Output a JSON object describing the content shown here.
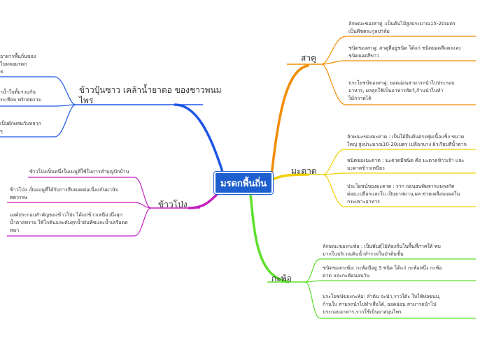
{
  "central": {
    "label": "มรดกพื้นถิ่น",
    "color": "#1e5fcf"
  },
  "branches": {
    "saku": {
      "label": "สาคู",
      "color": "#f28c00",
      "notes": [
        [
          "ลักษณะของสาคู :เป็นต้นไม้สูงประมาณ15-20เมตร",
          "เป็นพืชตระกูลปาล์ม"
        ],
        [
          "ชนิดของสาคู: สาคูที่อยู่ชนิด ได้แก่ ชนิดยอดสีแดงและ",
          "ชนิดยอดสีขาว"
        ],
        [
          "ประโยชน์ของสาคู: ยอดอ่อนสามารถนำไปประกอบ",
          "อาหาร,                    ผลสุกใช้เป็นอาหารสัตว์,ก้านนำไปทำ",
          "ไม้กวาดได้"
        ]
      ]
    },
    "madad": {
      "label": "มะดาด",
      "color": "#f0cf00",
      "notes": [
        [
          "ลักษณะของมะดาด : เป็นไม้ยืนต้นตรงพุ่มเนื้อแข็ง ขนาด",
          "ใหญ่ สูงประมาณ10-20เมตร เปลือกบาง ผิวเรียบสีน้ำตาล"
        ],
        [
          "ชนิดของมะดาด : มะดาดมีชนิด คือ มะดาดข้าวเจ้า และ",
          "มะดาดข้าวเหนียว"
        ],
        [
          "ประโยชน์ของมะดาด : ราก ถอนอนพิษจากแมลงกัด",
          "ต่อย,เปลือกและใบ เป็นยาสมาน,ผล ช่วยเคลือบแผลใน",
          "กระเพาะอาหาร"
        ]
      ]
    },
    "kapho": {
      "label": "กะพ้อ",
      "color": "#5ce02a",
      "notes": [
        [
          "ลักษณะของกะพ้อ : เป็นพันธุ์ไม้ท้องถิ่นในพื้นที่ภาคใต้ พบ",
          "มากในบริเวณดินน้ำสำรวจในป่าต้นชั้น"
        ],
        [
          "ชนิดของกะพ้อ: กะพ้อมีอยู่ 3 ชนิด ได้แก่ กะพ้อหนึ่ง กะพ้อ",
          "ดาด และกะพ้อนอนวัน"
        ],
        [
          "ประโยชน์ของกะพ้อ: ลำต้น จะนำ,ราวใต้ะ ใบใช้ห่อขนม,",
          "ก้านใบ สามรถนำไปทำเสื่อได้, ยอดอ่อน สามารถนำไป",
          "ประกอบอาหาร,รากใช้เป็นยาสมุนไพร"
        ]
      ]
    },
    "khaopun": {
      "label": [
        "ข้าวปุ้นซาว เคล้าน้ำยาดอ ของชาวพนม",
        "ไพร"
      ],
      "color": "#1d56e6",
      "notes": [
        [
          "อาหารพื้นถิ่นของ",
          "ในหลอมรดก",
          "ท"
        ],
        [
          "ำน้ำใบตั้มรวมกัน",
          "ระเทียม พริกสดรวม"
        ],
        [
          "เป็นผักผสมกับหลาก",
          "ๆ"
        ]
      ]
    },
    "khaopong": {
      "label": "ข้าวโป่ง",
      "color": "#c21fc2",
      "notes": [
        [
          "ข้าวโป่งเป็นหนึ่งในเมนูที่ใช้ในการทำบุญบักบ้าน"
        ],
        [
          "ข้าวโป่ง เป็นเมนูที่ได้รับการสืบทอดต่อเนื่องกันมานับ",
          "ศตวรรษ"
        ],
        [
          "องค์ประกอบสำคัญของข้าวโป่ง ได้แก่ข้าวเหนียวนึ่งสุก",
          "น้ำตาลทราย ใช้โกดินและตัมสุกน้ำมันพืชและน้ำเครือดต",
          "หมา"
        ]
      ]
    }
  }
}
